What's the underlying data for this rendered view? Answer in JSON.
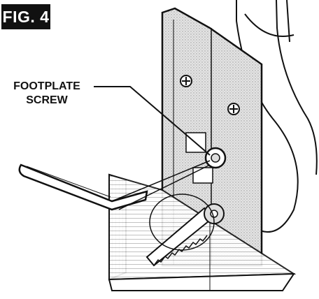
{
  "figure": {
    "label": "FIG. 4"
  },
  "callout": {
    "line1": "FOOTPLATE",
    "line2": "SCREW"
  },
  "colors": {
    "ink": "#111111",
    "paper": "#ffffff",
    "metal": "#cfcfcf",
    "shade": "#9a9a9a"
  }
}
